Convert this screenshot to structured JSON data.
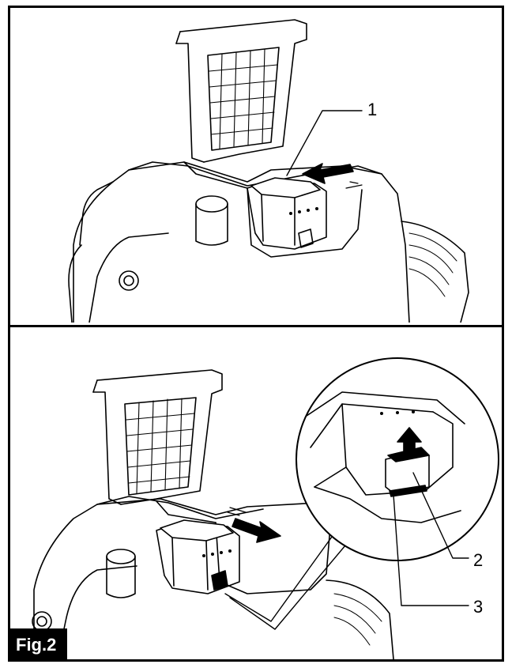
{
  "figure": {
    "label": "Fig.2",
    "callouts": {
      "battery": "1",
      "button": "2",
      "slot": "3"
    }
  },
  "colors": {
    "line": "#000000",
    "background": "#ffffff",
    "label_background": "#000000",
    "label_text": "#ffffff"
  }
}
